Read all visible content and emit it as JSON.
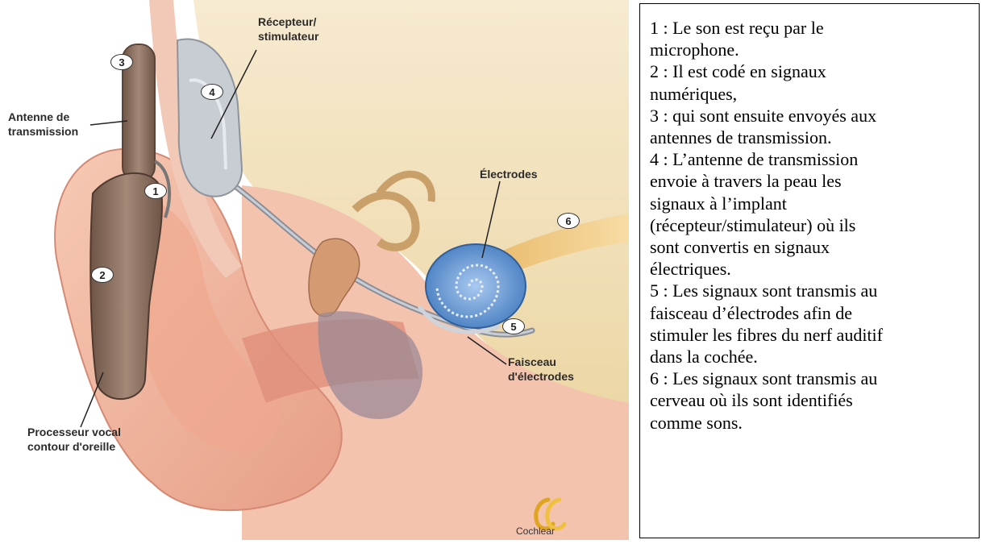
{
  "diagram": {
    "labels": {
      "recepteur": [
        "Récepteur/",
        "stimulateur"
      ],
      "antenne": [
        "Antenne de",
        "transmission"
      ],
      "electrodes": [
        "Électrodes"
      ],
      "faisceau": [
        "Faisceau",
        "d'électrodes"
      ],
      "processeur": [
        "Processeur vocal",
        "contour d'oreille"
      ]
    },
    "markers": [
      "1",
      "2",
      "3",
      "4",
      "5",
      "6"
    ],
    "logo": "Cochlear",
    "colors": {
      "skin": "#f2b9a1",
      "cochlea": "#5d93cf",
      "processor": "#8a6e5e",
      "bone": "#f0dca8"
    }
  },
  "legend": {
    "lines": [
      "1 : Le son est reçu par le",
      "microphone.",
      "2 : Il est codé en signaux",
      "numériques,",
      "3 : qui sont ensuite envoyés aux",
      "antennes de transmission.",
      "4 : L’antenne de transmission",
      "envoie à travers la  peau les",
      "signaux à l’implant",
      "(récepteur/stimulateur) où ils",
      "sont convertis en signaux",
      "électriques.",
      "5 : Les signaux sont transmis au",
      "faisceau d’électrodes afin de",
      "stimuler les fibres du nerf auditif",
      "dans la cochée.",
      "6 : Les signaux sont transmis au",
      "cerveau où ils sont identifiés",
      "comme sons."
    ]
  }
}
